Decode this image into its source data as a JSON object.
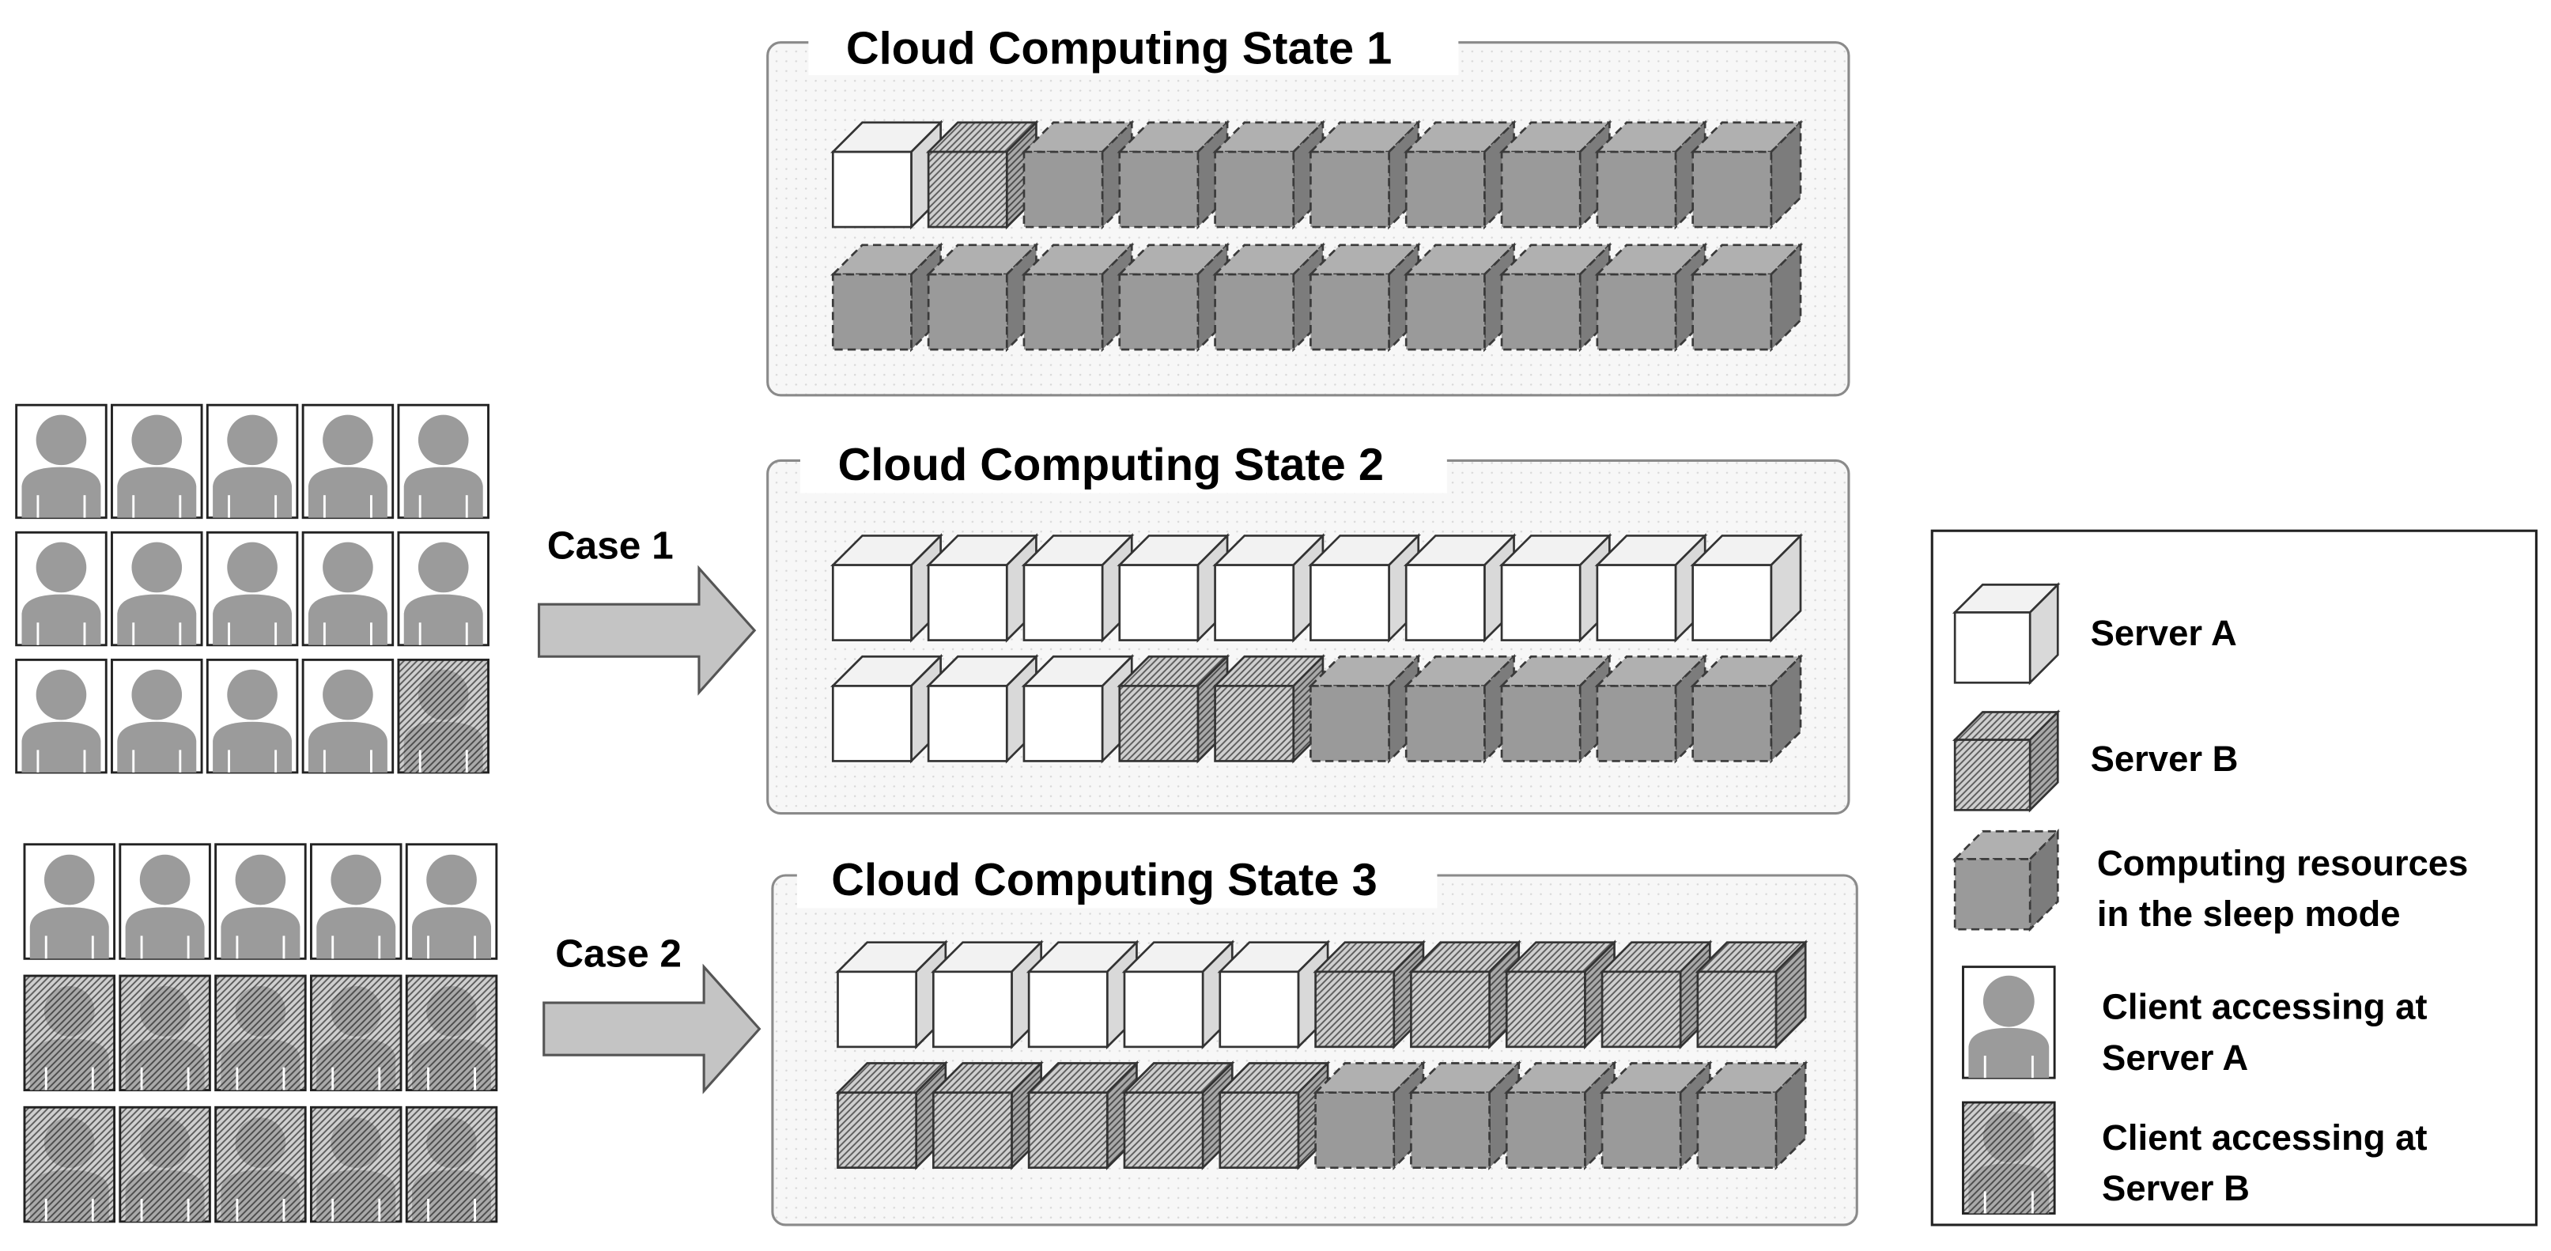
{
  "states": [
    {
      "title": "Cloud Computing State 1",
      "rows": [
        [
          "A",
          "B",
          "S",
          "S",
          "S",
          "S",
          "S",
          "S",
          "S",
          "S"
        ],
        [
          "S",
          "S",
          "S",
          "S",
          "S",
          "S",
          "S",
          "S",
          "S",
          "S"
        ]
      ]
    },
    {
      "title": "Cloud Computing State 2",
      "rows": [
        [
          "A",
          "A",
          "A",
          "A",
          "A",
          "A",
          "A",
          "A",
          "A",
          "A"
        ],
        [
          "A",
          "A",
          "A",
          "B",
          "B",
          "S",
          "S",
          "S",
          "S",
          "S"
        ]
      ]
    },
    {
      "title": "Cloud Computing State 3",
      "rows": [
        [
          "A",
          "A",
          "A",
          "A",
          "A",
          "B",
          "B",
          "B",
          "B",
          "B"
        ],
        [
          "B",
          "B",
          "B",
          "B",
          "B",
          "S",
          "S",
          "S",
          "S",
          "S"
        ]
      ]
    }
  ],
  "cases": [
    {
      "label": "Case 1",
      "clients": [
        [
          "A",
          "A",
          "A",
          "A",
          "A"
        ],
        [
          "A",
          "A",
          "A",
          "A",
          "A"
        ],
        [
          "A",
          "A",
          "A",
          "A",
          "B"
        ]
      ]
    },
    {
      "label": "Case 2",
      "clients": [
        [
          "A",
          "A",
          "A",
          "A",
          "A"
        ],
        [
          "B",
          "B",
          "B",
          "B",
          "B"
        ],
        [
          "B",
          "B",
          "B",
          "B",
          "B"
        ]
      ]
    }
  ],
  "legend": [
    {
      "kind": "server-a",
      "lines": [
        "Server A"
      ]
    },
    {
      "kind": "server-b",
      "lines": [
        "Server B"
      ]
    },
    {
      "kind": "sleep",
      "lines": [
        "Computing resources",
        "in the sleep mode"
      ]
    },
    {
      "kind": "client-a",
      "lines": [
        "Client accessing at",
        "Server A"
      ]
    },
    {
      "kind": "client-b",
      "lines": [
        "Client accessing at",
        "Server B"
      ]
    }
  ],
  "colors": {
    "server_a": "#ffffff",
    "server_b": "#c8c8c8",
    "sleep": "#9a9a9a",
    "client_bg": "#ffffff",
    "client_silhouette": "#9b9b9b",
    "arrow_fill": "#c4c4c4",
    "panel_bg": "#f6f6f6"
  }
}
